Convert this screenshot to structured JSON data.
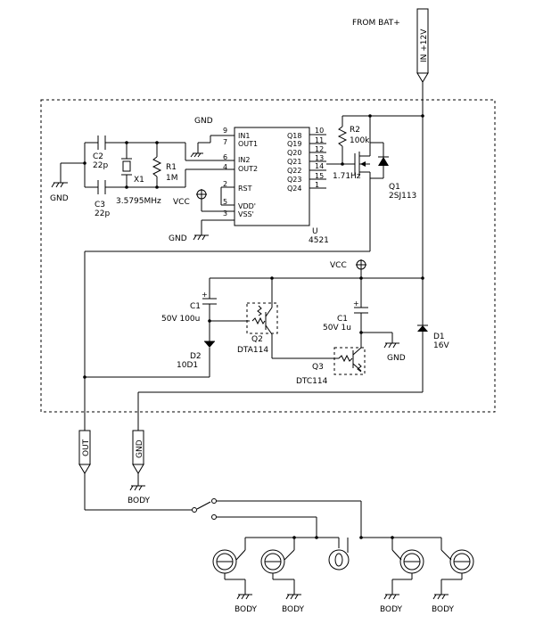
{
  "labels": {
    "from_bat": "FROM BAT+",
    "in_12v": "IN +12V",
    "gnd_top": "GND",
    "gnd_left": "GND",
    "gnd_u": "GND",
    "gnd_q3": "GND",
    "vcc_u": "VCC",
    "vcc_mid": "VCC",
    "out_conn": "OUT",
    "gnd_conn": "GND",
    "body_top": "BODY",
    "body1": "BODY",
    "body2": "BODY",
    "body3": "BODY",
    "body4": "BODY",
    "freq": "1.71Hz"
  },
  "components": {
    "c2_name": "C2",
    "c2_val": "22p",
    "c3_name": "C3",
    "c3_val": "22p",
    "x1_name": "X1",
    "x1_val": "3.5795MHz",
    "r1_name": "R1",
    "r1_val": "1M",
    "r2_name": "R2",
    "r2_val": "100k",
    "q1_name": "Q1",
    "q1_part": "2SJ113",
    "u_name": "U",
    "u_part": "4521",
    "c1a_name": "C1",
    "c1a_val": "50V 100u",
    "c1b_name": "C1",
    "c1b_val": "50V 1u",
    "d2_name": "D2",
    "d2_val": "10D1",
    "q2_name": "Q2",
    "q2_part": "DTA114",
    "q3_name": "Q3",
    "q3_part": "DTC114",
    "d1_name": "D1",
    "d1_val": "16V"
  },
  "ic_pins_left": [
    "IN1",
    "OUT1",
    "IN2",
    "OUT2",
    "RST",
    "VDD'",
    "VSS'"
  ],
  "ic_pin_nums_left": [
    "9",
    "7",
    "6",
    "4",
    "2",
    "5",
    "3"
  ],
  "ic_pins_right": [
    "Q18",
    "Q19",
    "Q20",
    "Q21",
    "Q22",
    "Q23",
    "Q24"
  ],
  "ic_pin_nums_right": [
    "10",
    "11",
    "12",
    "13",
    "14",
    "15",
    "1"
  ]
}
